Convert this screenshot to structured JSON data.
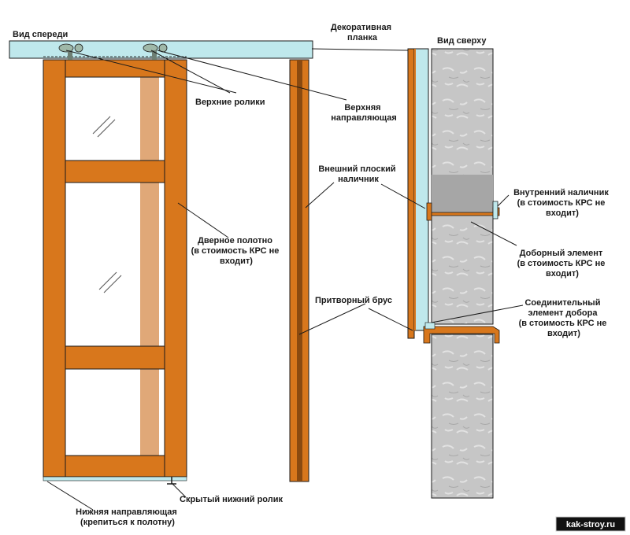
{
  "labels": {
    "front_view": "Вид спереди",
    "top_view": "Вид сверху",
    "decor_strip": [
      "Декоративная",
      "планка"
    ],
    "top_rollers": "Верхние ролики",
    "top_rail": [
      "Верхняя",
      "направляющая"
    ],
    "outer_casing": [
      "Внешний плоский",
      "наличник"
    ],
    "inner_casing": [
      "Внутренний наличник",
      "(в стоимость КРС не",
      "входит)"
    ],
    "door_leaf": [
      "Дверное полотно",
      "(в стоимость КРС не",
      "входит)"
    ],
    "extension": [
      "Доборный элемент",
      "(в стоимость КРС не",
      "входит)"
    ],
    "stop_bar": "Притворный брус",
    "connector": [
      "Соединительный",
      "элемент добора",
      "(в стоимость КРС не",
      "входит)"
    ],
    "hidden_roller": "Скрытый нижний ролик",
    "bottom_rail": [
      "Нижняя направляющая",
      "(крепиться к полотну)"
    ]
  },
  "watermark": "kak-stroy.ru",
  "colors": {
    "wood": "#d8771c",
    "wood_dark": "#8a4a10",
    "wood_light": "#e0a878",
    "glass": "#bfe8ec",
    "concrete": "#c8c8c8",
    "line": "#1a1a1a",
    "badge": "#111111"
  }
}
